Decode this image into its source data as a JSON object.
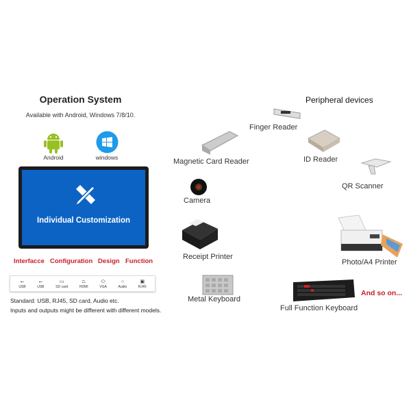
{
  "left": {
    "title": "Operation System",
    "subtitle": "Available with Android, Windows 7/8/10.",
    "os": [
      {
        "label": "Android",
        "icon": "android-icon"
      },
      {
        "label": "windows",
        "icon": "windows-icon"
      }
    ],
    "screen_label": "Individual Customization",
    "features": [
      "Interfacce",
      "Configuration",
      "Design",
      "Function"
    ],
    "ports": [
      "USB",
      "USB",
      "SD card",
      "HDMI",
      "VGA",
      "Audio",
      "RJ45"
    ],
    "notes": [
      "Standard: USB, RJ45, SD card, Audio etc.",
      "Inputs and outputs might be different with different models."
    ]
  },
  "right": {
    "title": "Peripheral devices",
    "devices": [
      "Finger Reader",
      "Magnetic Card Reader",
      "ID Reader",
      "QR Scanner",
      "Camera",
      "Receipt Printer",
      "Photo/A4 Printer",
      "Metal Keyboard",
      "Full Function Keyboard"
    ],
    "more": "And so on..."
  },
  "colors": {
    "accent_red": "#c8202a",
    "screen_blue": "#0c63c4",
    "android_green": "#97c024",
    "windows_blue": "#1e9be9"
  }
}
